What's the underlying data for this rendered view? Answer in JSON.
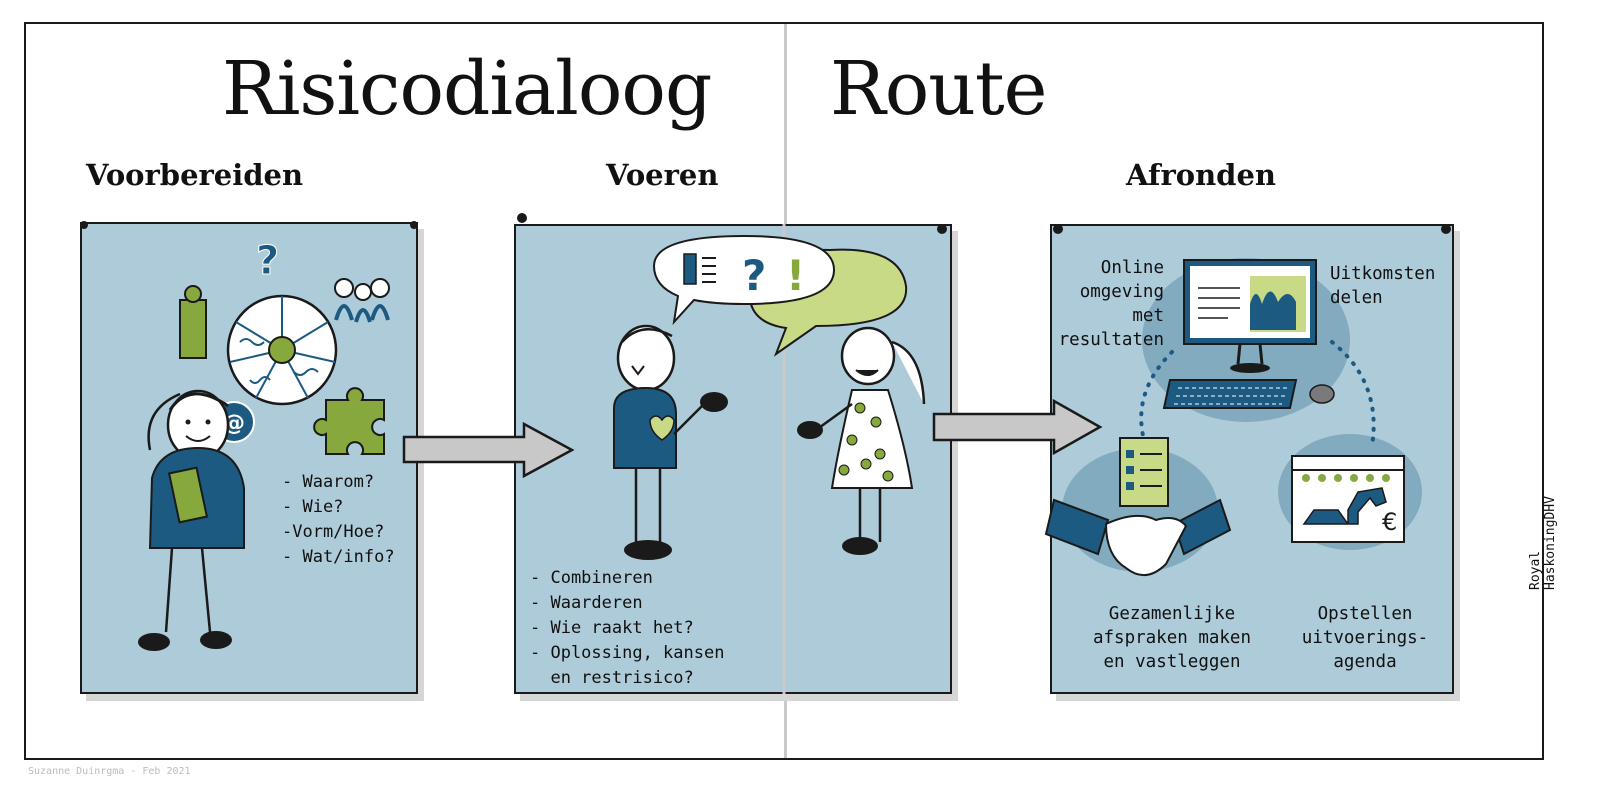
{
  "titles": {
    "left": "Risicodialoog",
    "right": "Route"
  },
  "sections": {
    "prepare": {
      "heading": "Voorbereiden",
      "items": [
        "- Waarom?",
        "- Wie?",
        "-Vorm/Hoe?",
        "- Wat/info?"
      ]
    },
    "conduct": {
      "heading": "Voeren",
      "items": [
        "- Combineren",
        "- Waarderen",
        "- Wie raakt het?",
        "- Oplossing, kansen",
        "  en restrisico?"
      ]
    },
    "finish": {
      "heading": "Afronden",
      "online_label": [
        "Online",
        "omgeving",
        "met",
        "resultaten"
      ],
      "share_label": [
        "Uitkomsten",
        "delen"
      ],
      "agreements_label": [
        "Gezamenlijke",
        "afspraken maken",
        "en vastleggen"
      ],
      "agenda_label": [
        "Opstellen",
        "uitvoerings-",
        "agenda"
      ]
    }
  },
  "credits": {
    "brand": "Royal HaskoningDHV",
    "artist": "Suzanne Duinrgma - Feb 2021"
  },
  "colors": {
    "panel": "#aecbda",
    "navy": "#1c5a82",
    "green": "#86a83c",
    "arrow": "#c8c8c8"
  }
}
